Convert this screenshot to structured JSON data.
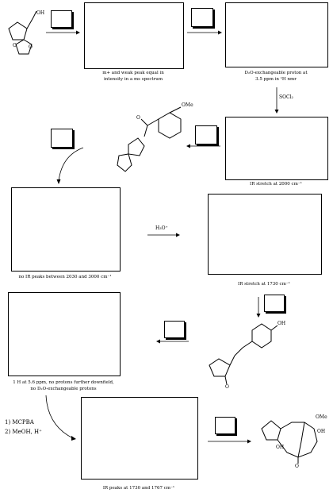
{
  "captions": {
    "step1_line1": "m+ and weak peak equal in",
    "step1_line2": "intensity in a ms spectrum",
    "step2_line1": "D₂O-exchangeable proton at",
    "step2_line2": "3.5 ppm in ¹H nmr",
    "step3": "IR stretch at 2000 cm⁻¹",
    "step4": "no IR peaks between 2030 and 3000 cm⁻¹",
    "step5": "IR stretch at 1730 cm⁻¹",
    "step6_line1": "1 H at 5.6 ppm, no protons further downfield,",
    "step6_line2": "no D₂O-exchangeable protons",
    "step7": "IR peaks at 1730 and 1767 cm⁻¹"
  },
  "reagents": {
    "socl2": "SOCl₂",
    "h3o": "H₃O⁺",
    "mcpba": "1)  MCPBA",
    "meoh": "2)  MeOH, H⁺"
  },
  "structure_labels": {
    "oh_top": "OH",
    "ome_ketone": "OMe",
    "o_ketone": "O",
    "acetal_o1": "O",
    "acetal_o2": "O",
    "oh_phenol": "OH",
    "o_cyclopentanone": "O",
    "ome_product": "OMe",
    "oh_product1": "OH",
    "oh_product2": "OH",
    "o_product": "O"
  }
}
